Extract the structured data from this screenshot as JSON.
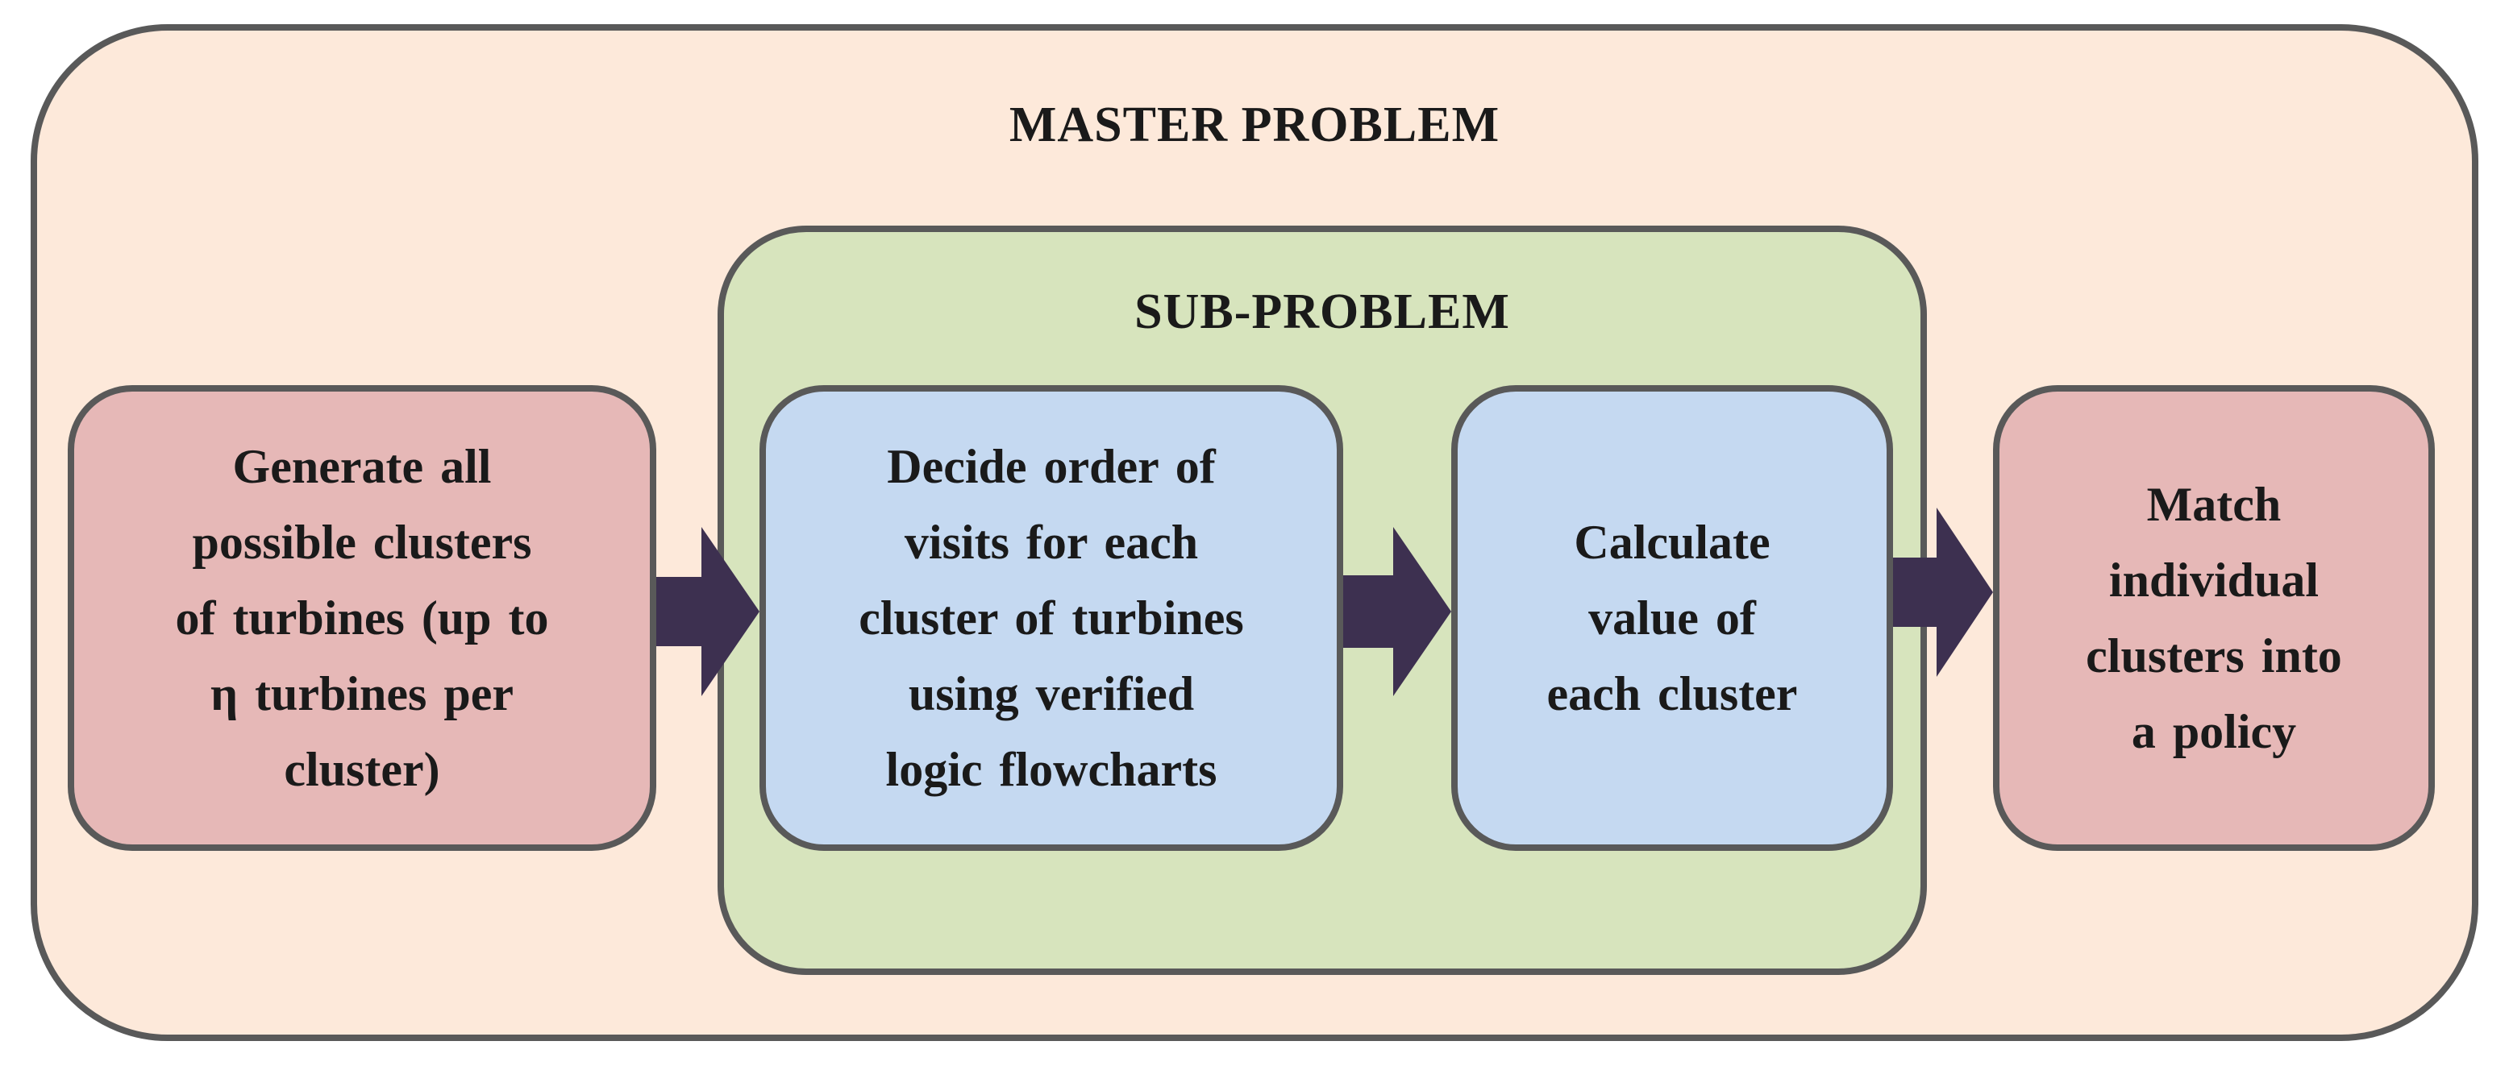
{
  "master": {
    "title": "MASTER PROBLEM"
  },
  "sub": {
    "title": "SUB-PROBLEM"
  },
  "steps": [
    {
      "label": "Generate all\npossible clusters\nof turbines (up to\nη turbines per\ncluster)"
    },
    {
      "label": "Decide order of\nvisits for each\ncluster of turbines\nusing verified\nlogic flowcharts"
    },
    {
      "label": "Calculate\nvalue of\neach cluster"
    },
    {
      "label": "Match\nindividual\nclusters into\na policy"
    }
  ],
  "colors": {
    "master_fill": "#fde9da",
    "sub_fill": "#d7e4bd",
    "outer_step_fill": "#e6b8b7",
    "inner_step_fill": "#c5d9f1",
    "border": "#595959",
    "arrow": "#3d3050"
  }
}
